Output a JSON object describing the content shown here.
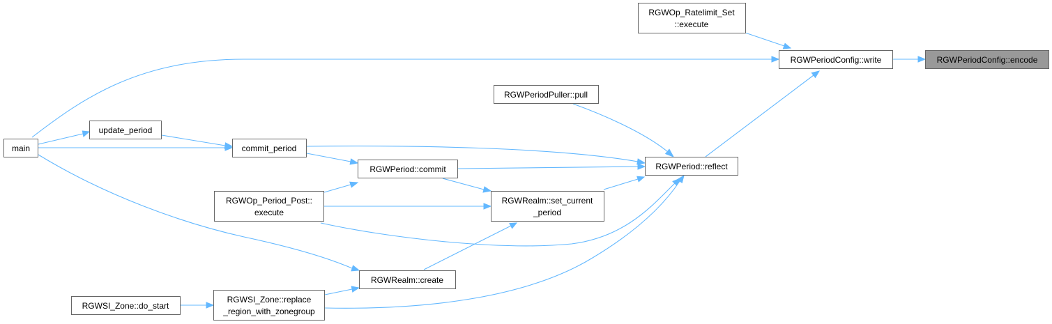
{
  "graph": {
    "title": "",
    "focus_node": "RGWPeriodConfig::encode",
    "colors": {
      "edge": "#63b8ff",
      "node_border": "#666666",
      "node_fill": "#ffffff",
      "focus_fill": "#999999",
      "text": "#000000"
    },
    "nodes": {
      "encode": {
        "lines": [
          "RGWPeriodConfig::encode"
        ]
      },
      "write": {
        "lines": [
          "RGWPeriodConfig::write"
        ]
      },
      "ratelimit": {
        "lines": [
          "RGWOp_Ratelimit_Set",
          "::execute"
        ]
      },
      "reflect": {
        "lines": [
          "RGWPeriod::reflect"
        ]
      },
      "puller": {
        "lines": [
          "RGWPeriodPuller::pull"
        ]
      },
      "main": {
        "lines": [
          "main"
        ]
      },
      "update_period": {
        "lines": [
          "update_period"
        ]
      },
      "commit_period": {
        "lines": [
          "commit_period"
        ]
      },
      "period_commit": {
        "lines": [
          "RGWPeriod::commit"
        ]
      },
      "set_current": {
        "lines": [
          "RGWRealm::set_current",
          "_period"
        ]
      },
      "period_post": {
        "lines": [
          "RGWOp_Period_Post::",
          "execute"
        ]
      },
      "realm_create": {
        "lines": [
          "RGWRealm::create"
        ]
      },
      "replace_region": {
        "lines": [
          "RGWSI_Zone::replace",
          "_region_with_zonegroup"
        ]
      },
      "do_start": {
        "lines": [
          "RGWSI_Zone::do_start"
        ]
      }
    },
    "edges": [
      {
        "from": "write",
        "to": "encode"
      },
      {
        "from": "ratelimit",
        "to": "write"
      },
      {
        "from": "main",
        "to": "write"
      },
      {
        "from": "reflect",
        "to": "write"
      },
      {
        "from": "puller",
        "to": "reflect"
      },
      {
        "from": "main",
        "to": "update_period"
      },
      {
        "from": "main",
        "to": "commit_period"
      },
      {
        "from": "update_period",
        "to": "commit_period"
      },
      {
        "from": "commit_period",
        "to": "reflect"
      },
      {
        "from": "commit_period",
        "to": "period_commit"
      },
      {
        "from": "period_commit",
        "to": "reflect"
      },
      {
        "from": "period_commit",
        "to": "set_current"
      },
      {
        "from": "set_current",
        "to": "reflect"
      },
      {
        "from": "period_post",
        "to": "period_commit"
      },
      {
        "from": "period_post",
        "to": "set_current"
      },
      {
        "from": "period_post",
        "to": "reflect"
      },
      {
        "from": "main",
        "to": "realm_create"
      },
      {
        "from": "realm_create",
        "to": "set_current"
      },
      {
        "from": "replace_region",
        "to": "realm_create"
      },
      {
        "from": "replace_region",
        "to": "reflect"
      },
      {
        "from": "do_start",
        "to": "replace_region"
      }
    ]
  }
}
